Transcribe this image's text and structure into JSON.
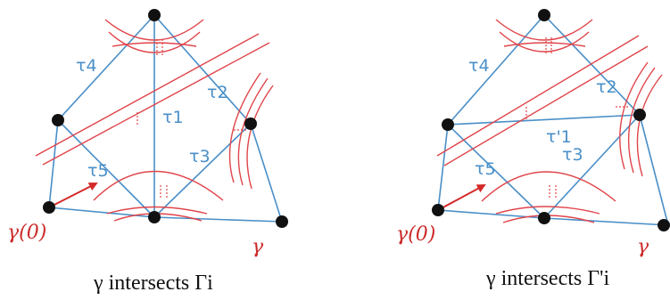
{
  "left_panel": {
    "labels": {
      "tau4": "τ4",
      "tau2": "τ2",
      "tau1": "τ1",
      "tau3": "τ3",
      "tau5": "τ5",
      "gamma0": "γ(0)",
      "gamma": "γ"
    },
    "caption": "γ intersects Γi"
  },
  "right_panel": {
    "labels": {
      "tau4": "τ4",
      "tau2": "τ2",
      "tau1p": "τ'1",
      "tau3": "τ3",
      "tau5": "τ5",
      "gamma0": "γ(0)",
      "gamma": "γ"
    },
    "caption": "γ intersects Γ'i"
  },
  "colors": {
    "edge": "#4a8fc8",
    "curve": "#e0454a",
    "vertex": "#111111"
  }
}
